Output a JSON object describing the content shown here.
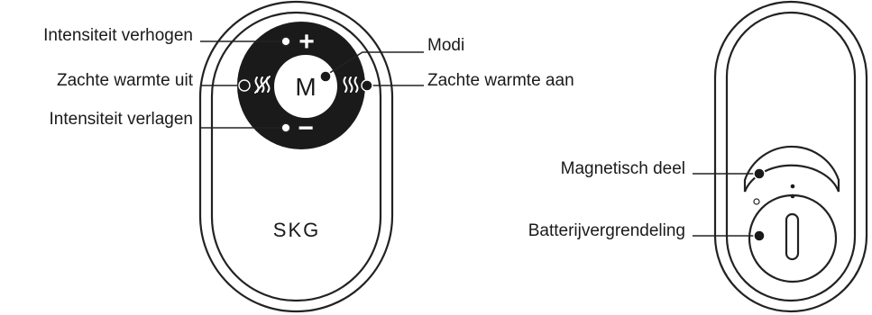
{
  "front": {
    "brand": "SKG",
    "mode_key": "M",
    "plus_key": "+",
    "minus_key": "−",
    "heat_off_glyph": "heat-off-icon",
    "heat_on_glyph": "heat-on-icon"
  },
  "labels": {
    "intensity_up": "Intensiteit verhogen",
    "heat_off": "Zachte warmte uit",
    "intensity_down": "Intensiteit verlagen",
    "modes": "Modi",
    "heat_on": "Zachte warmte aan",
    "magnetic_part": "Magnetisch deel",
    "battery_lock": "Batterijvergrendeling"
  },
  "colors": {
    "ink": "#1a1a1a",
    "panel": "#1a1a1a",
    "background": "#ffffff"
  }
}
